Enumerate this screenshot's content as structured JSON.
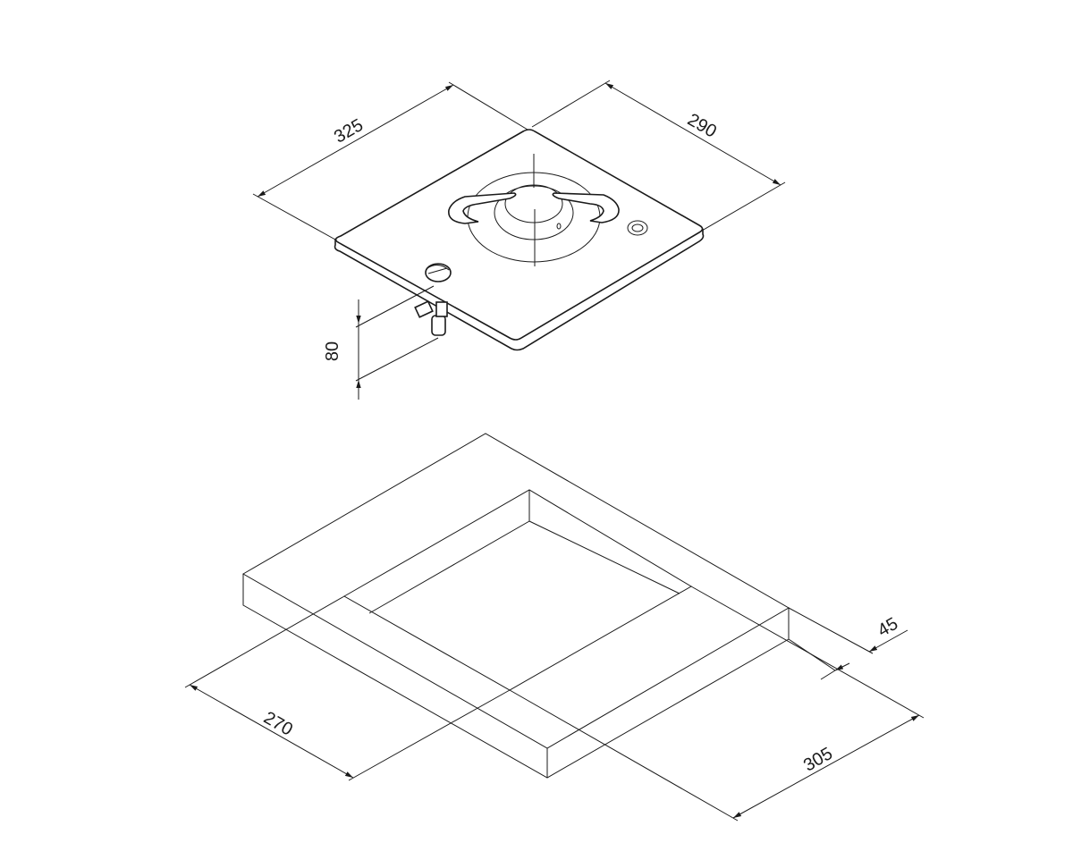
{
  "drawing": {
    "hob": {
      "dimensions": {
        "width": "325",
        "depth": "290",
        "height_below": "80"
      }
    },
    "cutout": {
      "dimensions": {
        "width": "270",
        "depth": "305",
        "countertop_thickness": "45"
      }
    }
  },
  "colors": {
    "line": "#1a1a1a",
    "background": "#ffffff"
  }
}
